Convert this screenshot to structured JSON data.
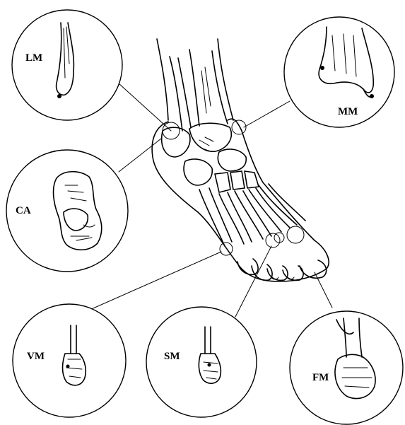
{
  "figure": {
    "labels": {
      "lm": "LM",
      "mm": "MM",
      "ca": "CA",
      "vm": "VM",
      "sm": "SM",
      "fm": "FM"
    }
  },
  "colors": {
    "ink": "#000000",
    "background": "#ffffff"
  }
}
